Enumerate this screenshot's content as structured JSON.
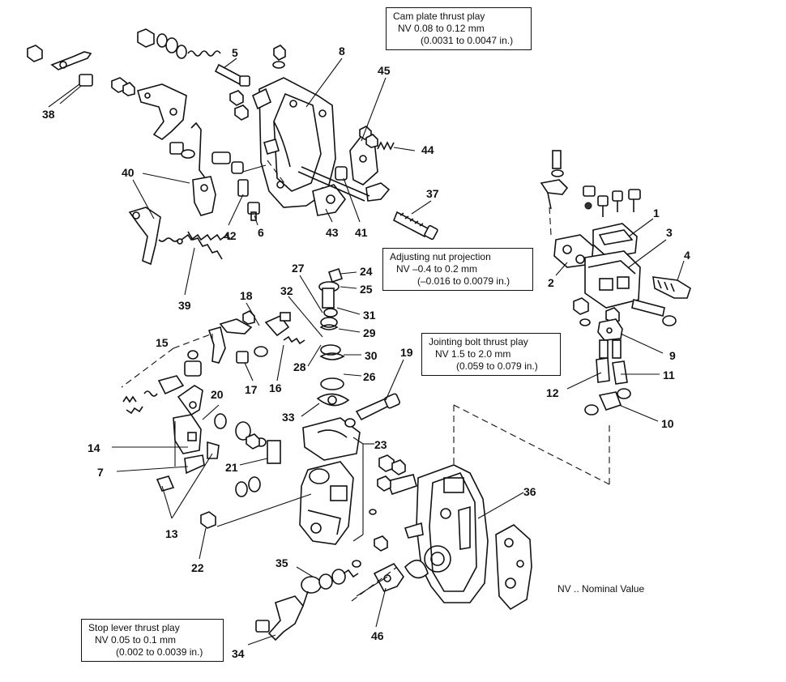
{
  "spec_boxes": {
    "cam_plate": {
      "title": "Cam plate thrust play",
      "value": "NV 0.08 to 0.12 mm",
      "inches": "(0.0031 to 0.0047 in.)"
    },
    "adjusting_nut": {
      "title": "Adjusting nut projection",
      "value": "NV –0.4 to 0.2 mm",
      "inches": "(–0.016 to 0.0079 in.)"
    },
    "jointing_bolt": {
      "title": "Jointing bolt thrust play",
      "value": "NV 1.5 to 2.0 mm",
      "inches": "(0.059 to 0.079 in.)"
    },
    "stop_lever": {
      "title": "Stop lever thrust play",
      "value": "NV 0.05 to 0.1 mm",
      "inches": "(0.002 to 0.0039 in.)"
    }
  },
  "legend_note": "NV .. Nominal Value",
  "part_numbers": {
    "p1": "1",
    "p2": "2",
    "p3": "3",
    "p4": "4",
    "p5": "5",
    "p6": "6",
    "p7": "7",
    "p8": "8",
    "p9": "9",
    "p10": "10",
    "p11": "11",
    "p12": "12",
    "p13": "13",
    "p14": "14",
    "p15": "15",
    "p16": "16",
    "p17": "17",
    "p18": "18",
    "p19": "19",
    "p20": "20",
    "p21": "21",
    "p22": "22",
    "p23": "23",
    "p24": "24",
    "p25": "25",
    "p26": "26",
    "p27": "27",
    "p28": "28",
    "p29": "29",
    "p30": "30",
    "p31": "31",
    "p32": "32",
    "p33": "33",
    "p34": "34",
    "p35": "35",
    "p36": "36",
    "p37": "37",
    "p38": "38",
    "p39": "39",
    "p40": "40",
    "p41": "41",
    "p42": "42",
    "p43": "43",
    "p44": "44",
    "p45": "45",
    "p46": "46"
  }
}
